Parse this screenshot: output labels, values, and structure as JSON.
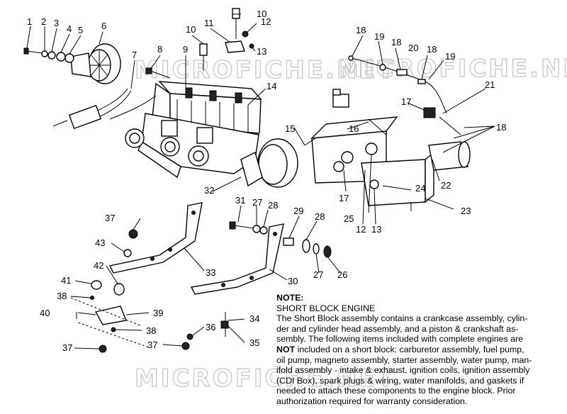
{
  "watermark": "MICROFICHE.NET",
  "callouts": [
    "1",
    "2",
    "3",
    "4",
    "5",
    "6",
    "7",
    "8",
    "9",
    "10",
    "10",
    "11",
    "12",
    "13",
    "14",
    "15",
    "16",
    "17",
    "17",
    "18",
    "18",
    "18",
    "18",
    "19",
    "19",
    "20",
    "21",
    "22",
    "23",
    "24",
    "25",
    "12",
    "13",
    "26",
    "27",
    "27",
    "28",
    "28",
    "29",
    "30",
    "31",
    "32",
    "33",
    "34",
    "35",
    "36",
    "37",
    "37",
    "37",
    "38",
    "38",
    "39",
    "40",
    "41",
    "42",
    "43"
  ],
  "note": {
    "heading": "NOTE:",
    "subheading": "SHORT BLOCK ENGINE",
    "text_1": "The Short Block assembly contains a crankcase assembly, cylin-",
    "text_2": "der and cylinder head assembly, and a piston & crankshaft as-",
    "text_3": "sembly.  The following items included with complete engines are",
    "not_word": "NOT",
    "text_4": " included on a short block:  carburetor assembly, fuel pump,",
    "text_5": "oil pump, magneto assembly, starter assembly, water pump, man-",
    "text_6": "ifold assembly - intake & exhaust, ignition coils, ignition assembly",
    "text_7": "(CDI Box), spark plugs & wiring, water manifolds, and gaskets if",
    "text_8": "needed to attach these components to the engine block.  Prior",
    "text_9": "authorization required for warranty consideration."
  }
}
